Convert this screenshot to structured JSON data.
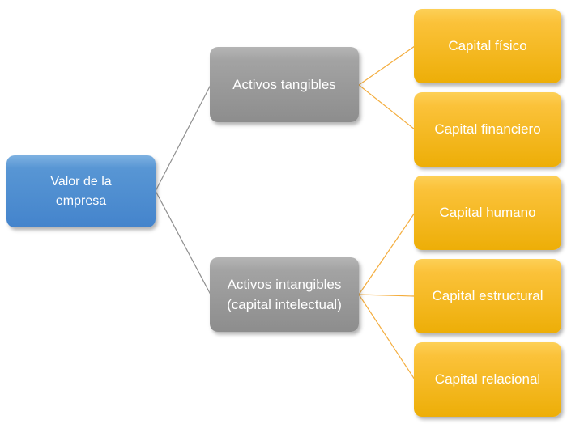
{
  "diagram": {
    "root": {
      "label": "Valor de la empresa"
    },
    "branches": [
      {
        "label": "Activos tangibles",
        "children": [
          {
            "label": "Capital físico"
          },
          {
            "label": "Capital financiero"
          }
        ]
      },
      {
        "label": "Activos intangibles (capital intelectual)",
        "children": [
          {
            "label": "Capital humano"
          },
          {
            "label": "Capital estructural"
          },
          {
            "label": "Capital relacional"
          }
        ]
      }
    ]
  },
  "colors": {
    "background": "#ffffff",
    "root_top": "#7db1e1",
    "root_bottom": "#4484cc",
    "branch_top": "#b5b5b5",
    "branch_bottom": "#8d8d8d",
    "leaf_top": "#fdd057",
    "leaf_bottom": "#edae07",
    "connector_gray": "#8f8f8f",
    "connector_yellow": "#f4ad3d",
    "label_text": "#ffffff"
  }
}
